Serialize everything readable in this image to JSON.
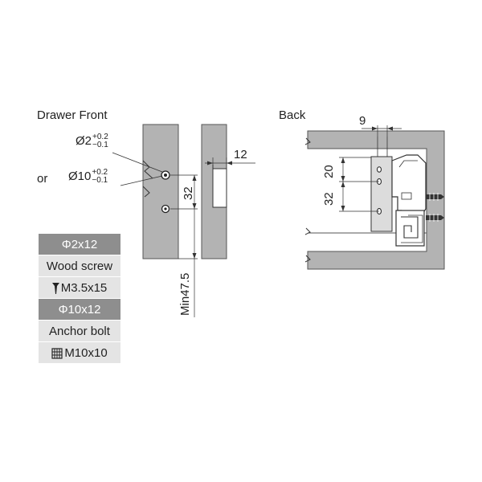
{
  "drawer_front": {
    "title": "Drawer Front",
    "hole_small": {
      "prefix": "Ø2",
      "tol_upper": "+0.2",
      "tol_lower": "−0.1"
    },
    "or_label": "or",
    "hole_large": {
      "prefix": "Ø10",
      "tol_upper": "+0.2",
      "tol_lower": "−0.1"
    },
    "dim_spacing": "32",
    "dim_min": "Min47.5",
    "dim_thickness": "12"
  },
  "back": {
    "title": "Back",
    "dim_top_offset": "9",
    "dim_upper": "20",
    "dim_lower": "32"
  },
  "specs": [
    {
      "text": "Φ2x12",
      "style": "dark",
      "icon": ""
    },
    {
      "text": "Wood screw",
      "style": "light",
      "icon": ""
    },
    {
      "text": "M3.5x15",
      "style": "light",
      "icon": "screw-icon"
    },
    {
      "text": "Φ10x12",
      "style": "dark",
      "icon": ""
    },
    {
      "text": "Anchor bolt",
      "style": "light",
      "icon": ""
    },
    {
      "text": "M10x10",
      "style": "light",
      "icon": "anchor-bolt-icon"
    }
  ],
  "colors": {
    "panel": "#b3b3b3",
    "panel_stroke": "#555555",
    "row_dark": "#8e8e8e",
    "row_light": "#e4e4e4"
  }
}
